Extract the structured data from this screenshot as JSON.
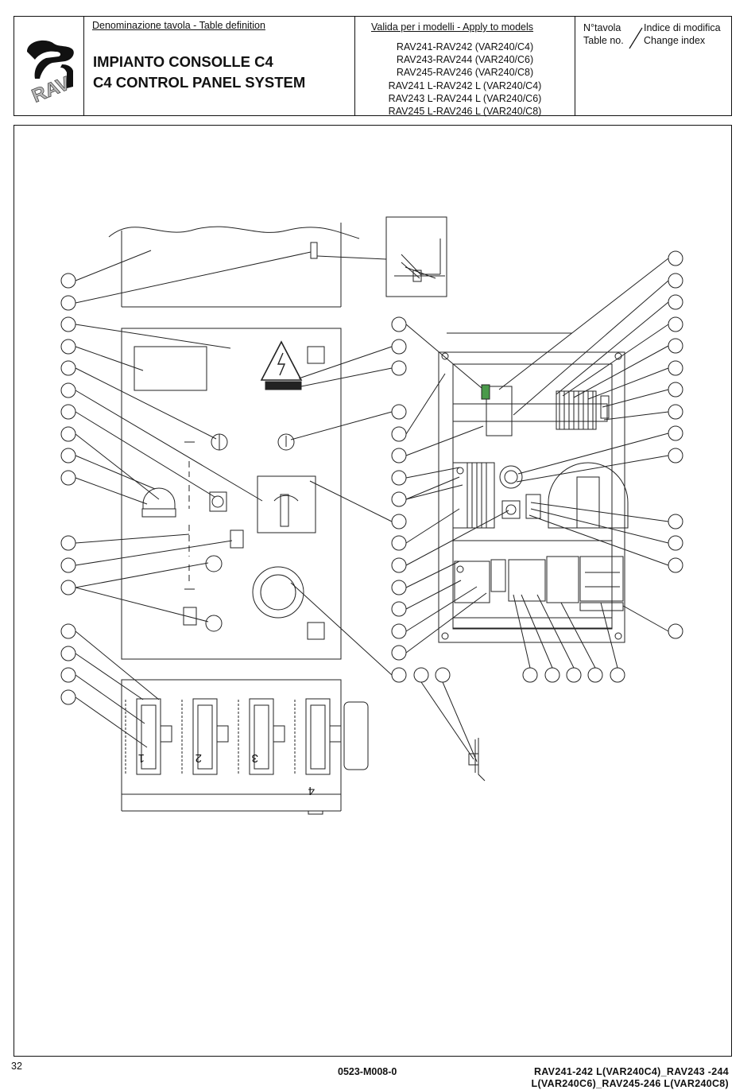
{
  "header": {
    "definition_label": "Denominazione tavola - Table definition",
    "title_line1": "IMPIANTO CONSOLLE C4",
    "title_line2": "C4 CONTROL PANEL SYSTEM",
    "models_label": "Valida per i modelli - Apply to models",
    "models": [
      "RAV241-RAV242  (VAR240/C4)",
      "RAV243-RAV244  (VAR240/C6)",
      "RAV245-RAV246  (VAR240/C8)",
      "RAV241 L-RAV242 L (VAR240/C4)",
      "RAV243 L-RAV244 L (VAR240/C6)",
      "RAV245 L-RAV246 L (VAR240/C8)"
    ],
    "table_no_label_it": "N°tavola",
    "table_no_label_en": "Table no.",
    "change_index_label_it": "Indice di modifica",
    "change_index_label_en": "Change index",
    "logo_text": "RAV"
  },
  "diagram": {
    "connector_labels": [
      "1",
      "2",
      "3",
      "4"
    ]
  },
  "footer": {
    "page_number": "32",
    "document_code": "0523-M008-0",
    "models_line1": "RAV241-242 L(VAR240C4)_RAV243 -244",
    "models_line2": "L(VAR240C6)_RAV245-246 L(VAR240C8)"
  }
}
